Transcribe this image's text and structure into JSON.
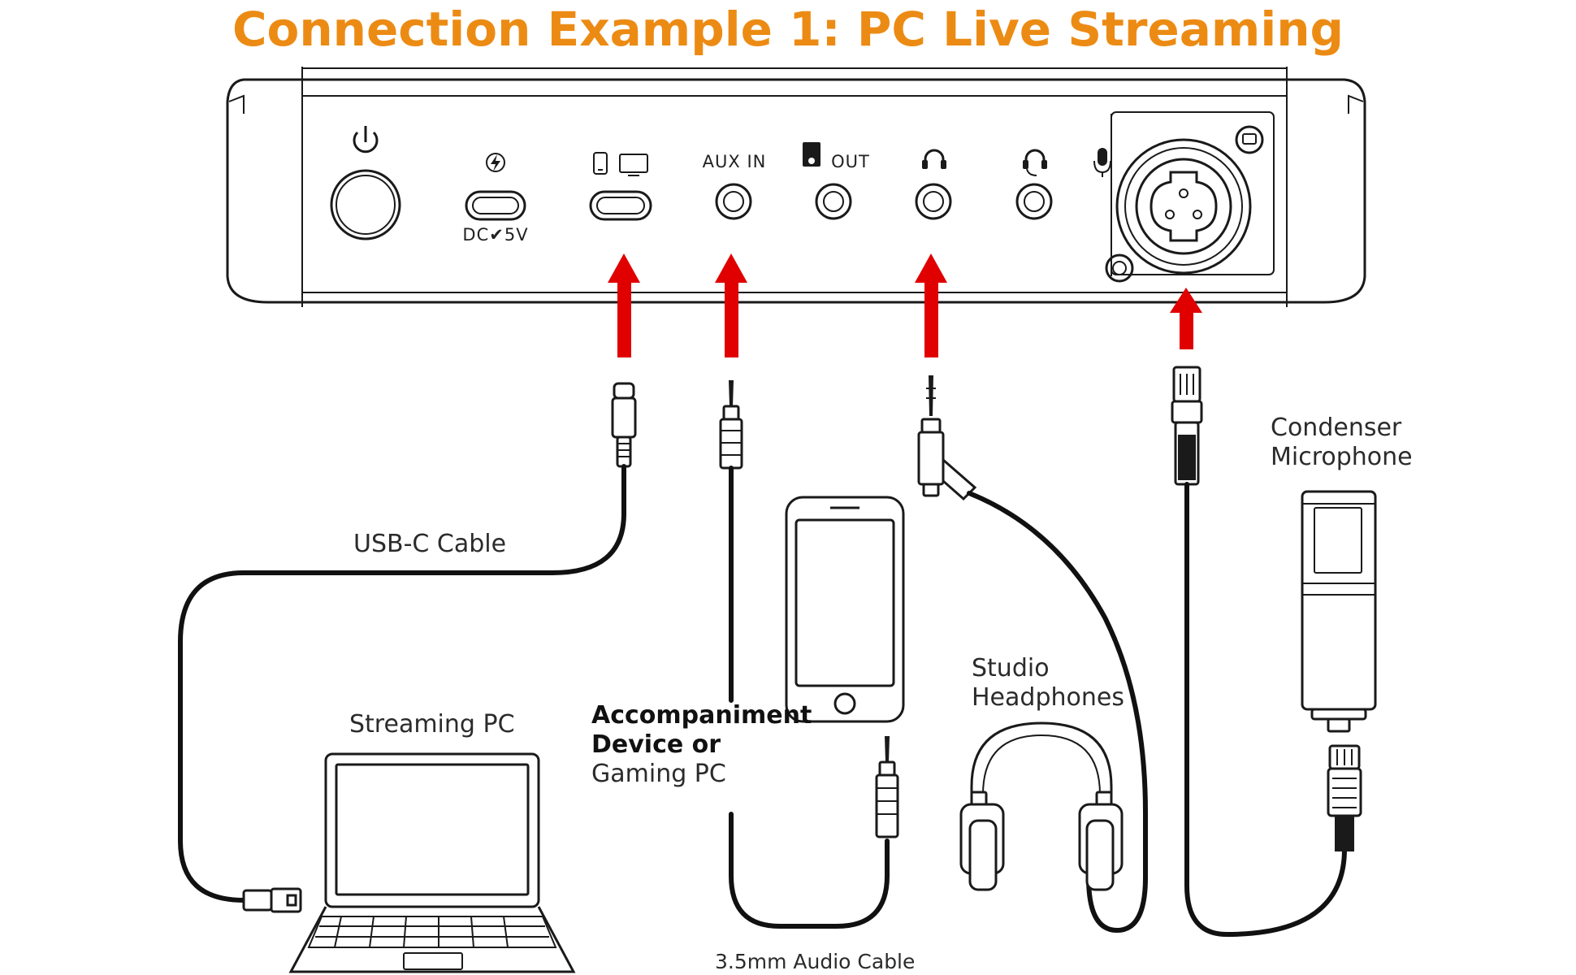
{
  "title": "Connection Example 1: PC Live Streaming",
  "ports": {
    "dc_label": "DC✔5V",
    "aux_in": "AUX IN",
    "out": "OUT"
  },
  "labels": {
    "usb_c_cable": "USB-C Cable",
    "streaming_pc": "Streaming PC",
    "accompaniment_line1": "Accompaniment",
    "accompaniment_line2": "Device or",
    "accompaniment_line3": "Gaming PC",
    "audio_cable": "3.5mm Audio Cable",
    "headphones_line1": "Studio",
    "headphones_line2": "Headphones",
    "mic_line1": "Condenser",
    "mic_line2": "Microphone"
  },
  "colors": {
    "title": "#ec8b14",
    "arrows": "#e00000",
    "lines": "#1a1a1a"
  },
  "icons": [
    "power-icon",
    "charging-icon",
    "phone-icon",
    "monitor-icon",
    "out-icon",
    "headphone-icon",
    "headset-icon",
    "microphone-icon"
  ]
}
